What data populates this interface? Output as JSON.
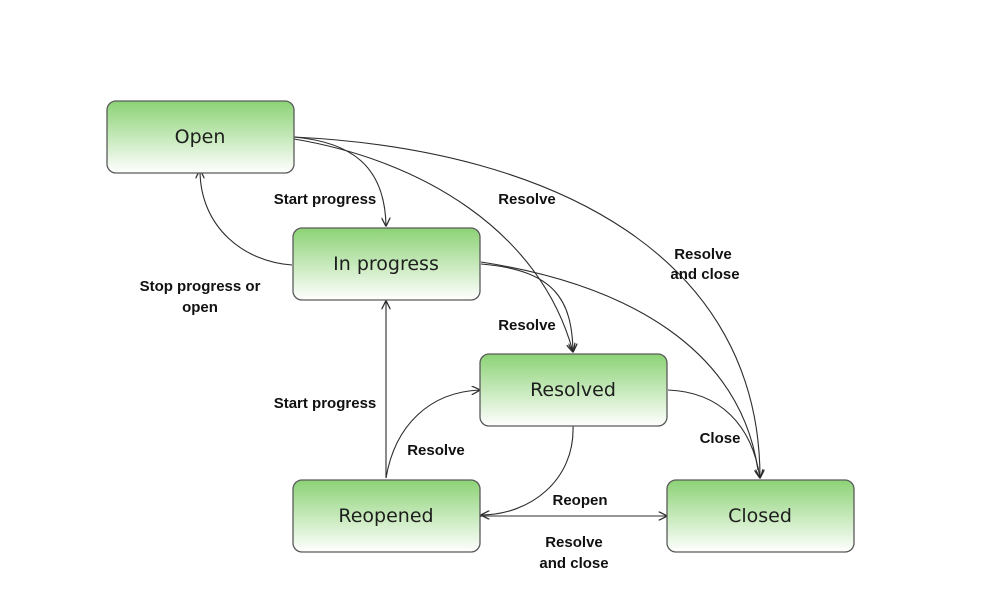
{
  "colors": {
    "box_top": "#8cd275",
    "box_bottom": "#ffffff",
    "box_border": "#5a5a5a",
    "edge": "#2c2c2c"
  },
  "states": {
    "open": "Open",
    "in_progress": "In progress",
    "resolved": "Resolved",
    "reopened": "Reopened",
    "closed": "Closed"
  },
  "transitions": {
    "open_to_in_progress": "Start progress",
    "open_to_resolved": "Resolve",
    "open_to_closed": [
      "Resolve",
      "and close"
    ],
    "in_progress_to_open": [
      "Stop progress or",
      "open"
    ],
    "in_progress_to_resolved": "Resolve",
    "reopened_to_in_progress": "Start progress",
    "reopened_to_resolved": "Resolve",
    "resolved_to_closed": "Close",
    "closed_to_reopened": "Reopen",
    "reopened_to_closed": [
      "Resolve",
      "and close"
    ]
  }
}
